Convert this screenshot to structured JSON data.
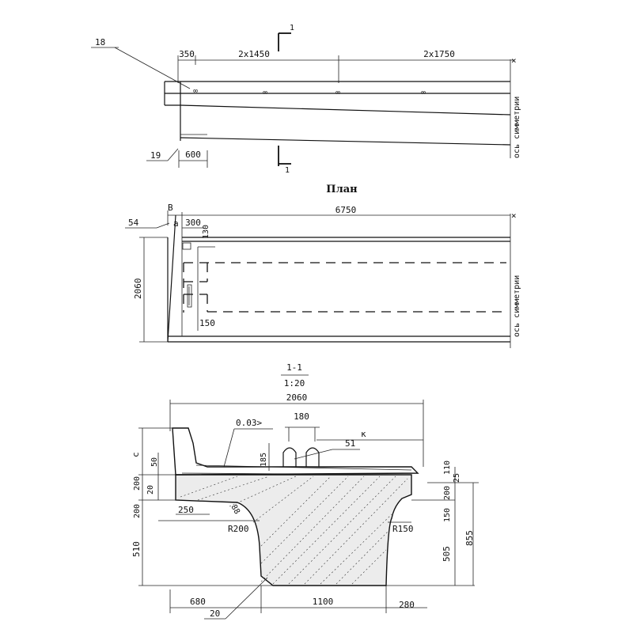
{
  "top_view": {
    "ref_18": "18",
    "ref_19": "19",
    "section_mark": "1",
    "dim_350": "350",
    "dim_2x1450": "2x1450",
    "dim_2x1750": "2x1750",
    "dim_600": "600",
    "axis_label": "ось симметрии"
  },
  "plan_view": {
    "title": "План",
    "label_b": "B",
    "label_a": "a",
    "dim_6750": "6750",
    "dim_54": "54",
    "dim_300": "300",
    "dim_130": "130",
    "dim_2060": "2060",
    "dim_150": "150",
    "axis_label": "ось симметрии"
  },
  "section_view": {
    "title_top": "1-1",
    "title_scale": "1:20",
    "dim_2060": "2060",
    "dim_180": "180",
    "slope": "0.03>",
    "label_k": "к",
    "dim_51": "51",
    "dim_185": "185",
    "label_c": "с",
    "dim_50": "50",
    "dim_200_a": "200",
    "dim_20_a": "20",
    "dim_200_b": "200",
    "dim_250": "250",
    "dim_88": "88",
    "radius_r200": "R200",
    "dim_510": "510",
    "dim_680": "680",
    "dim_1100": "1100",
    "dim_280": "280",
    "dim_20_b": "20",
    "dim_110": "110",
    "dim_25": "25",
    "dim_200_c": "200",
    "dim_150": "150",
    "radius_r150": "R150",
    "dim_505": "505",
    "dim_855": "855"
  }
}
